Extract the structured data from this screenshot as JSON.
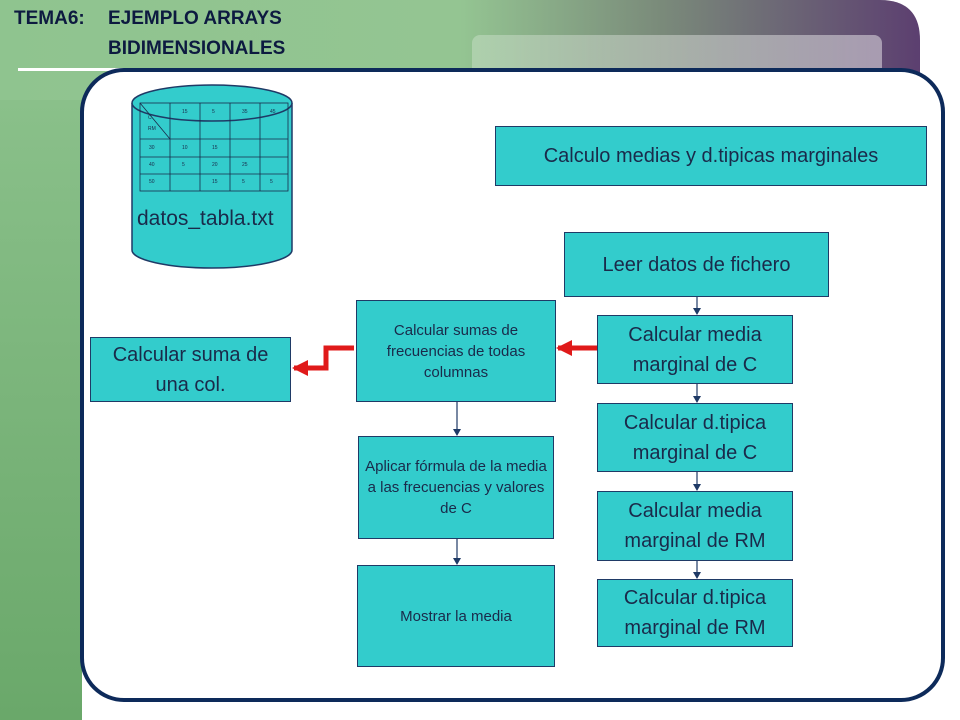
{
  "header": {
    "prefix": "TEMA6:",
    "line1": "EJEMPLO ARRAYS",
    "line2": "BIDIMENSIONALES"
  },
  "database": {
    "label": "datos_tabla.txt",
    "corner_top": "C",
    "corner_bottom": "RM",
    "header_row": [
      "15",
      "5",
      "35",
      "45"
    ],
    "rows": [
      {
        "label": "30",
        "cells": [
          "10",
          "15",
          "",
          ""
        ]
      },
      {
        "label": "40",
        "cells": [
          "5",
          "20",
          "25",
          ""
        ]
      },
      {
        "label": "50",
        "cells": [
          "",
          "15",
          "5",
          "5"
        ]
      }
    ]
  },
  "diagram": {
    "title_box": "Calculo medias y d.tipicas marginales",
    "main_steps": [
      "Leer datos de fichero",
      "Calcular media marginal de C",
      "Calcular d.tipica marginal de C",
      "Calcular media marginal de RM",
      "Calcular d.tipica marginal de RM"
    ],
    "sub_steps": [
      "Calcular sumas de frecuencias de todas columnas",
      "Aplicar fórmula de la media a las frecuencias y valores de C",
      "Mostrar la media"
    ],
    "subsub_step": "Calcular suma de una col."
  },
  "colors": {
    "box_fill": "#33cccc",
    "box_border": "#1f3a66",
    "panel_border": "#0d2a5a",
    "expand_arrow": "#e01a1a",
    "bg_green": "#8fc48f",
    "bg_purple": "#5c3f70"
  }
}
